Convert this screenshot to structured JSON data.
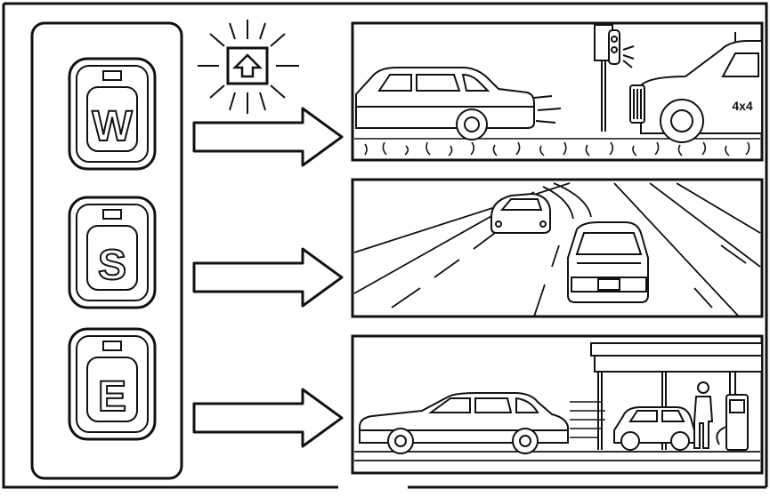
{
  "buttons": [
    {
      "letter": "W",
      "scene": "winter-start-on-slippery-road"
    },
    {
      "letter": "S",
      "scene": "sport-driving-on-highway"
    },
    {
      "letter": "E",
      "scene": "economy-driving-and-refuelling"
    }
  ],
  "indicator": {
    "icon": "upshift-arrow-icon"
  },
  "scene_labels": {
    "truck_badge": "4x4"
  },
  "colors": {
    "ink": "#111111",
    "paper": "#ffffff"
  }
}
